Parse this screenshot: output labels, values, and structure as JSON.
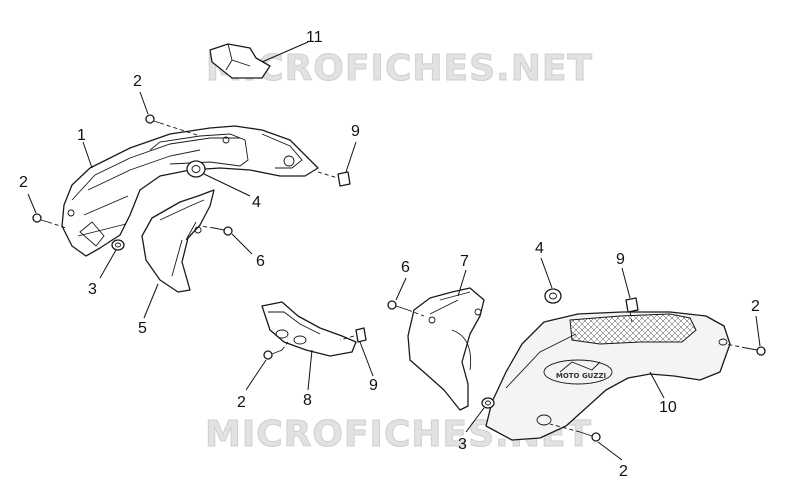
{
  "watermarks": [
    "MICROFICHES.NET",
    "MICROFICHES.NET"
  ],
  "logo_text": "MOTO GUZZI",
  "callouts": [
    "11",
    "2",
    "1",
    "9",
    "2",
    "4",
    "6",
    "3",
    "5",
    "6",
    "7",
    "4",
    "9",
    "2",
    "2",
    "8",
    "9",
    "10",
    "3",
    "2"
  ]
}
